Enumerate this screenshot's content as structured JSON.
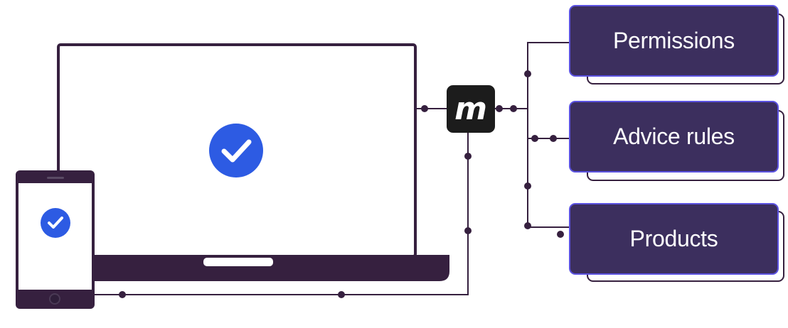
{
  "logo": {
    "letter": "m"
  },
  "boxes": [
    {
      "id": "permissions",
      "label": "Permissions"
    },
    {
      "id": "advice-rules",
      "label": "Advice rules"
    },
    {
      "id": "products",
      "label": "Products"
    }
  ],
  "colors": {
    "dark_purple": "#36203f",
    "box_fill": "#3c2f5e",
    "box_border": "#5b52e0",
    "check_blue": "#2d5be3",
    "logo_bg": "#1c1c1c"
  },
  "icons": [
    "laptop-icon",
    "phone-icon",
    "check-circle-icon",
    "logo-m-icon"
  ]
}
